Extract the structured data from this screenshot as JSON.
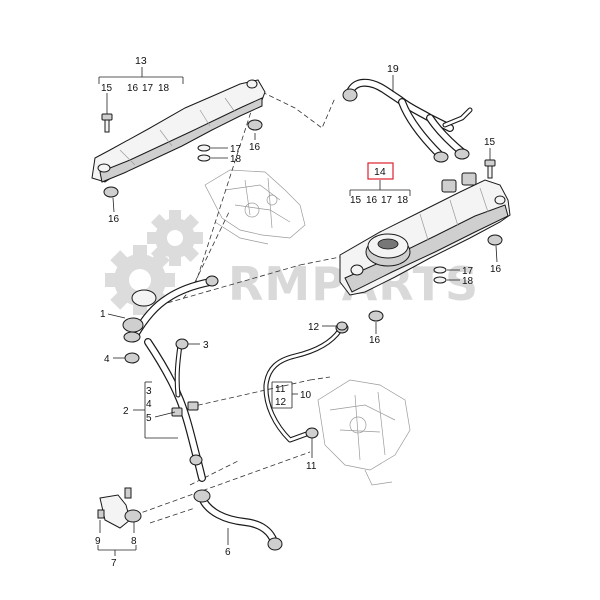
{
  "watermark": {
    "text": "RMPARTS",
    "icon": "gear-icon"
  },
  "callouts": {
    "c1": "1",
    "c2": "2",
    "c3": "3",
    "c4": "4",
    "c5": "5",
    "c6": "6",
    "c7": "7",
    "c8": "8",
    "c9": "9",
    "c10": "10",
    "c11": "11",
    "c12": "12",
    "c13": "13",
    "c14": "14",
    "c15": "15",
    "c16": "16",
    "c17": "17",
    "c18": "18",
    "c19": "19"
  },
  "accent_color": "#e0202e"
}
